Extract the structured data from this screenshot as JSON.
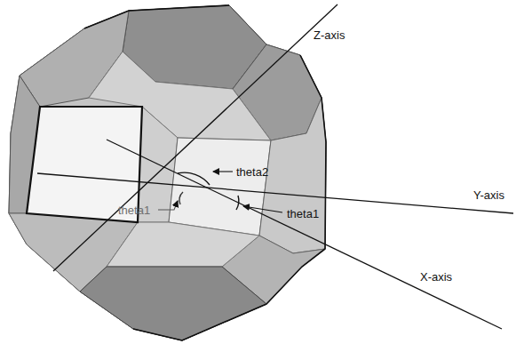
{
  "diagram": {
    "labels": [
      "Z-axis",
      "theta2",
      "theta1",
      "theta1",
      "Y-axis",
      "X-axis"
    ]
  }
}
